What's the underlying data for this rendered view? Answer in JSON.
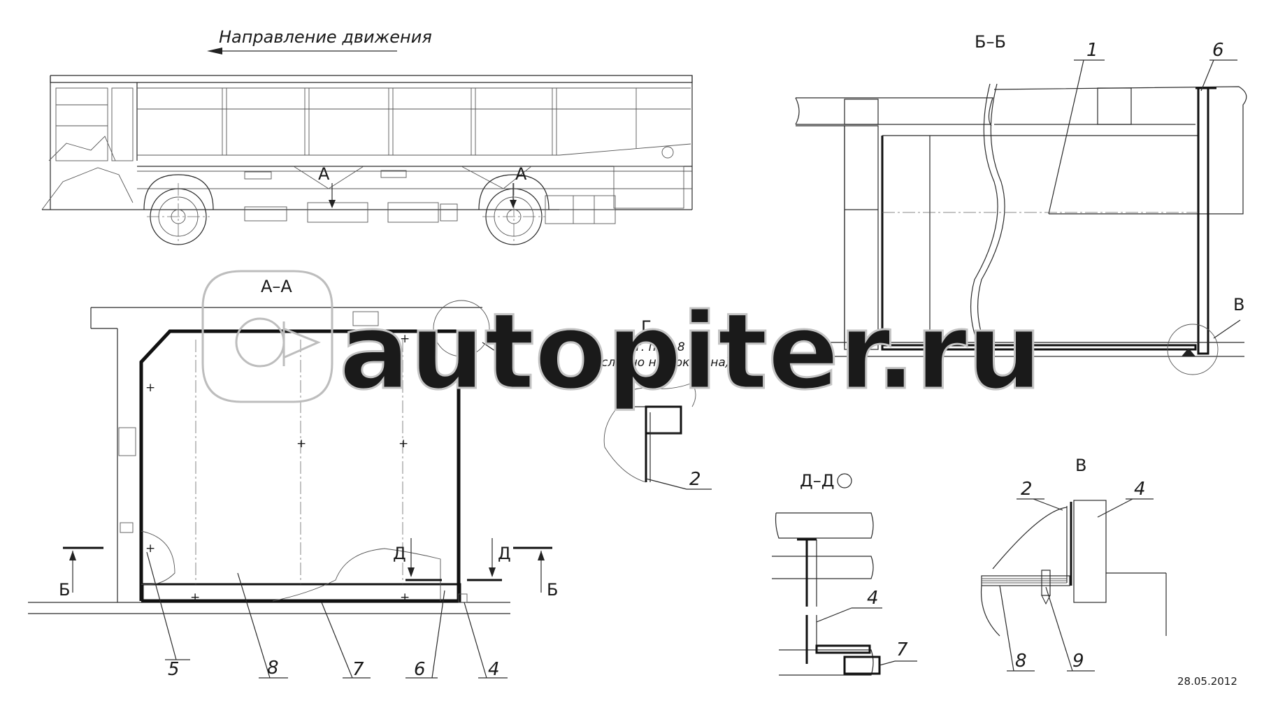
{
  "direction_label": "Направление движения",
  "sections": {
    "aa": "А–А",
    "bb": "Б–Б",
    "dd": "Д–Д",
    "v": "В",
    "g": "Г"
  },
  "cut_marks": {
    "a": "А",
    "b": "Б",
    "d": "Д",
    "v": "В",
    "g": "Г"
  },
  "note": {
    "line1": "(дет. поз. 8",
    "line2": "условно не показана)"
  },
  "callouts": {
    "aa": [
      "5",
      "8",
      "7",
      "6",
      "4"
    ],
    "bb": [
      "1",
      "6"
    ],
    "g": [
      "2"
    ],
    "dd": [
      "4",
      "7"
    ],
    "v": [
      "2",
      "4",
      "8",
      "9"
    ]
  },
  "watermark": "autopiter.ru",
  "date": "28.05.2012"
}
